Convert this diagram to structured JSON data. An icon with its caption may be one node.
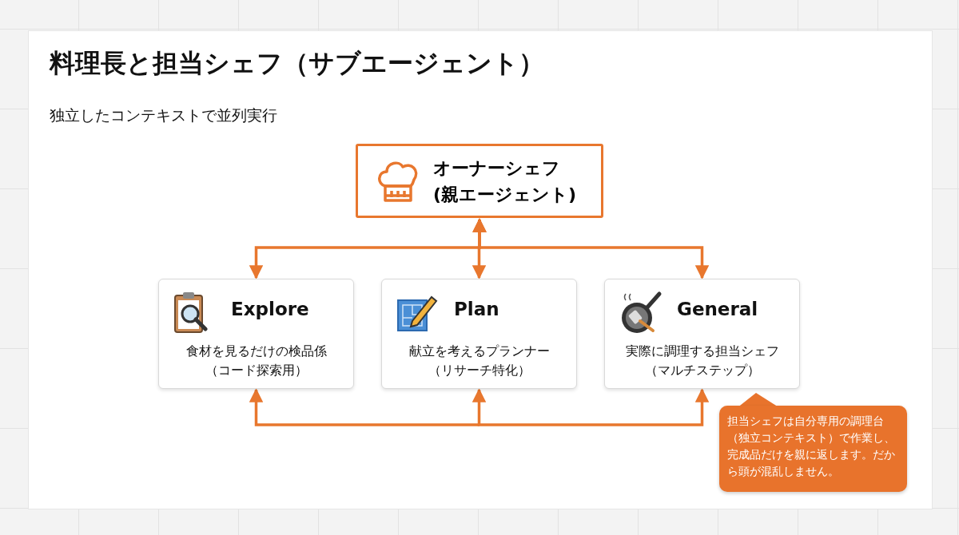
{
  "diagram": {
    "title": "料理長と担当シェフ（サブエージェント）",
    "nodes": [
      {
        "text": [
          "オーナーシェフ (親エージェント)"
        ]
      },
      {
        "text": [
          "Explore",
          "食材を見るだけの検品係（コード探索用）"
        ]
      },
      {
        "text": [
          "Plan",
          "献立を考えるプランナー（リサーチ特化）"
        ]
      },
      {
        "text": [
          "General",
          "実際に調理する担当シェフ（マルチステップ）"
        ]
      },
      {
        "text": [
          "担当シェフは自分専用の調理台（独立コンテキスト）で作業し、完成品だけを親に返します。だから頭が混乱しません。"
        ]
      }
    ],
    "edges": [
      {
        "from": 0,
        "to": 1,
        "arrow": "both"
      },
      {
        "from": 0,
        "to": 2,
        "arrow": "both"
      },
      {
        "from": 0,
        "to": 3,
        "arrow": "both"
      },
      {
        "from": null,
        "to": 1,
        "arrow": "to"
      },
      {
        "from": null,
        "to": 2,
        "arrow": "to"
      },
      {
        "from": null,
        "to": 3,
        "arrow": "to"
      }
    ],
    "labels": [
      "独立したコンテキストで並列実行"
    ]
  }
}
